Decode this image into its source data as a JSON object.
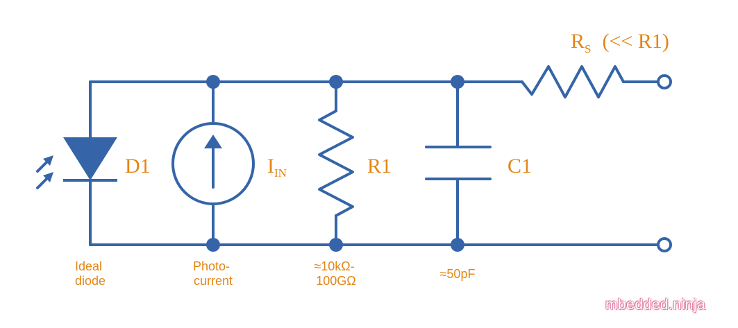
{
  "colors": {
    "wire": "#3565a8",
    "label": "#e38616"
  },
  "components": {
    "d1": {
      "name": "D1",
      "note_line1": "Ideal",
      "note_line2": "diode"
    },
    "iin": {
      "main": "I",
      "sub": "IN",
      "note_line1": "Photo-",
      "note_line2": "current"
    },
    "r1": {
      "name": "R1",
      "note_line1": "≈10kΩ-",
      "note_line2": "100GΩ"
    },
    "c1": {
      "name": "C1",
      "note_line1": "≈50pF"
    },
    "rs": {
      "main": "R",
      "sub": "S",
      "suffix": "(<< R1)"
    }
  },
  "watermark": "mbedded.ninja"
}
